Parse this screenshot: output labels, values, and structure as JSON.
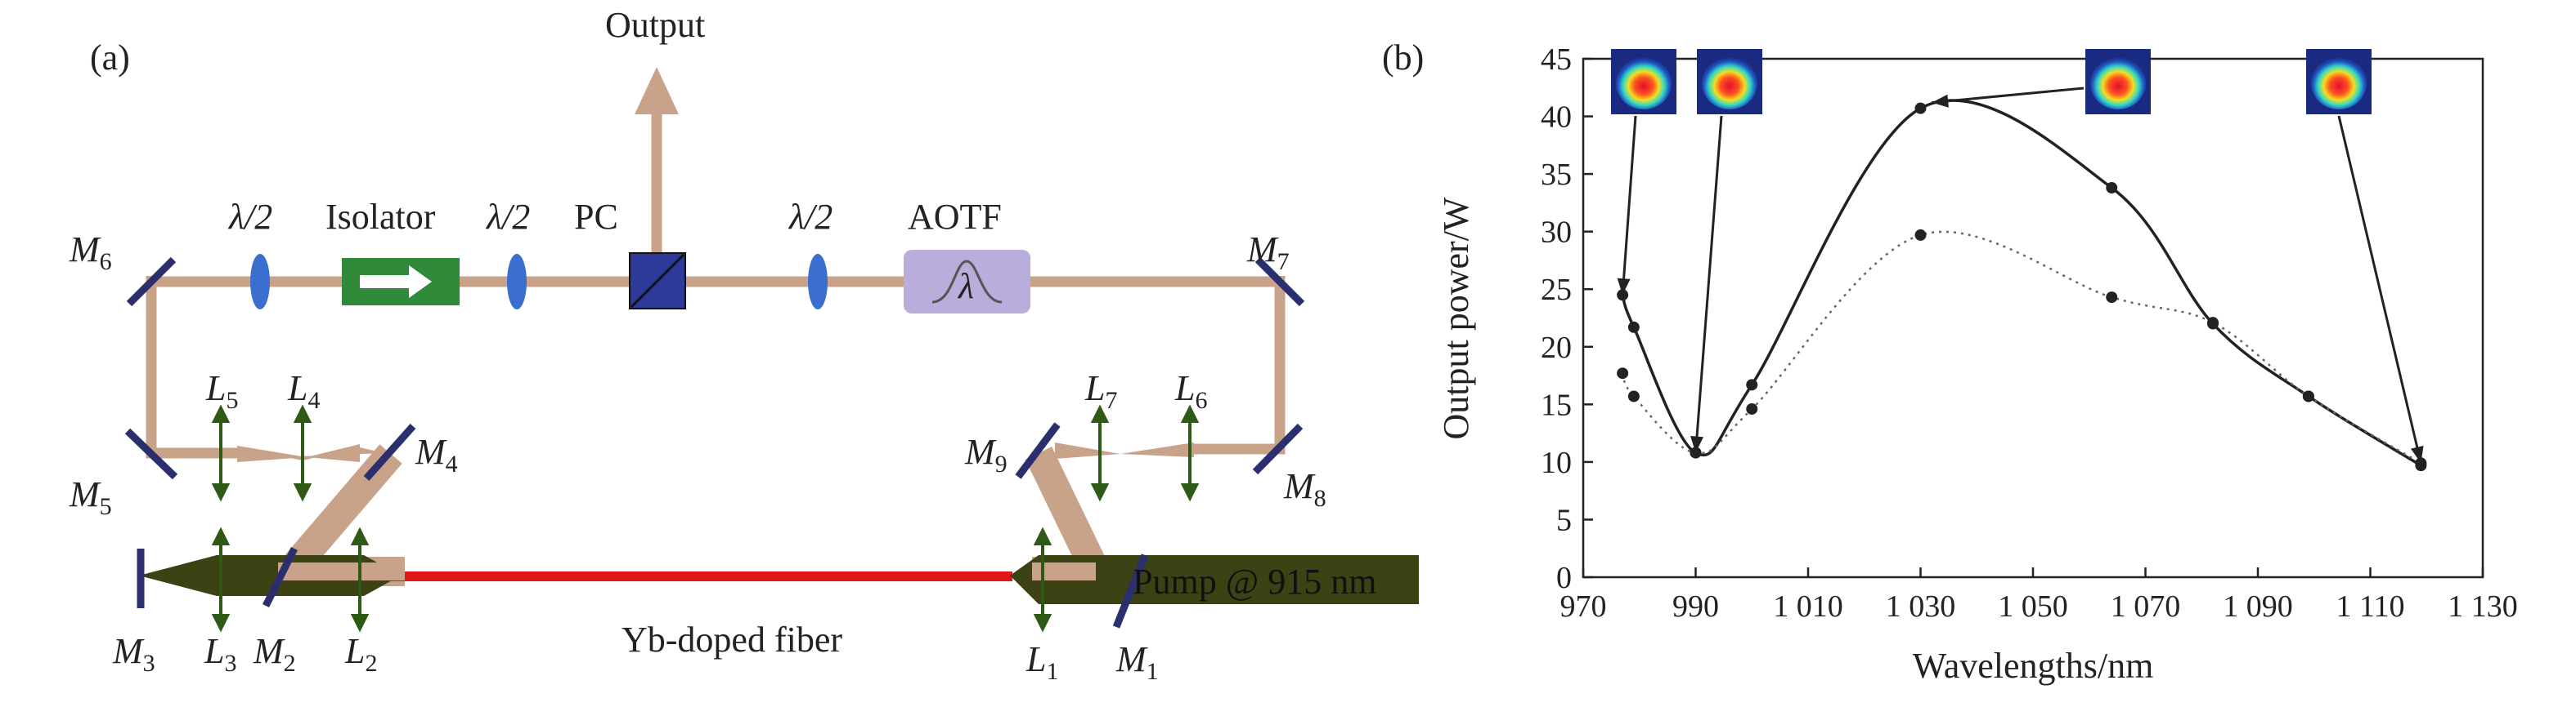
{
  "panel_a": {
    "panel_label": "(a)",
    "output_label": "Output",
    "half_wave_label": "λ/2",
    "isolator_label": "Isolator",
    "pc_label": "PC",
    "aotf_label": "AOTF",
    "aotf_symbol": "λ",
    "fiber_label": "Yb-doped fiber",
    "pump_label": "Pump @ 915 nm",
    "mirror_letter": "M",
    "lens_letter": "L",
    "mirror_subs": [
      "1",
      "2",
      "3",
      "4",
      "5",
      "6",
      "7",
      "8",
      "9"
    ],
    "lens_subs": [
      "1",
      "2",
      "3",
      "4",
      "5",
      "6",
      "7"
    ],
    "colors": {
      "beam": "#c9a389",
      "fiber": "#e01717",
      "pump": "#3d4214",
      "isolator": "#2f8a3a",
      "pc": "#2e3a9a",
      "aotf": "#b9aedb",
      "lens": "#3a6fd0",
      "mirror": "#2b2f6e",
      "arrows": "#2f5a16"
    }
  },
  "panel_b": {
    "panel_label": "(b)",
    "insets": [
      "beam-profile-icon",
      "beam-profile-icon",
      "beam-profile-icon",
      "beam-profile-icon"
    ]
  },
  "chart_data": {
    "type": "line",
    "xlabel": "Wavelengths/nm",
    "ylabel": "Output power/W",
    "xlim": [
      970,
      1130
    ],
    "ylim": [
      0,
      45
    ],
    "x_ticks": [
      "970",
      "990",
      "1 010",
      "1 030",
      "1 050",
      "1 070",
      "1 090",
      "1 110",
      "1 130"
    ],
    "x_tick_values": [
      970,
      990,
      1010,
      1030,
      1050,
      1070,
      1090,
      1110,
      1130
    ],
    "y_ticks": [
      0,
      5,
      10,
      15,
      20,
      25,
      30,
      35,
      40,
      45
    ],
    "grid": false,
    "series": [
      {
        "style": "solid",
        "x": [
          977,
          979,
          990,
          1000,
          1030,
          1064,
          1082,
          1099,
          1119
        ],
        "y": [
          24.5,
          21.7,
          10.8,
          16.7,
          40.7,
          33.8,
          22.0,
          15.7,
          9.7
        ]
      },
      {
        "style": "dotted",
        "x": [
          977,
          979,
          990,
          1000,
          1030,
          1064,
          1082,
          1099,
          1119
        ],
        "y": [
          17.7,
          15.7,
          10.8,
          14.6,
          29.7,
          24.3,
          22.1,
          15.7,
          9.9
        ]
      }
    ],
    "annotation_targets": [
      {
        "x": 977,
        "y": 24.5
      },
      {
        "x": 990,
        "y": 10.8
      },
      {
        "x": 1032,
        "y": 41.2
      },
      {
        "x": 1119,
        "y": 9.9
      }
    ]
  }
}
